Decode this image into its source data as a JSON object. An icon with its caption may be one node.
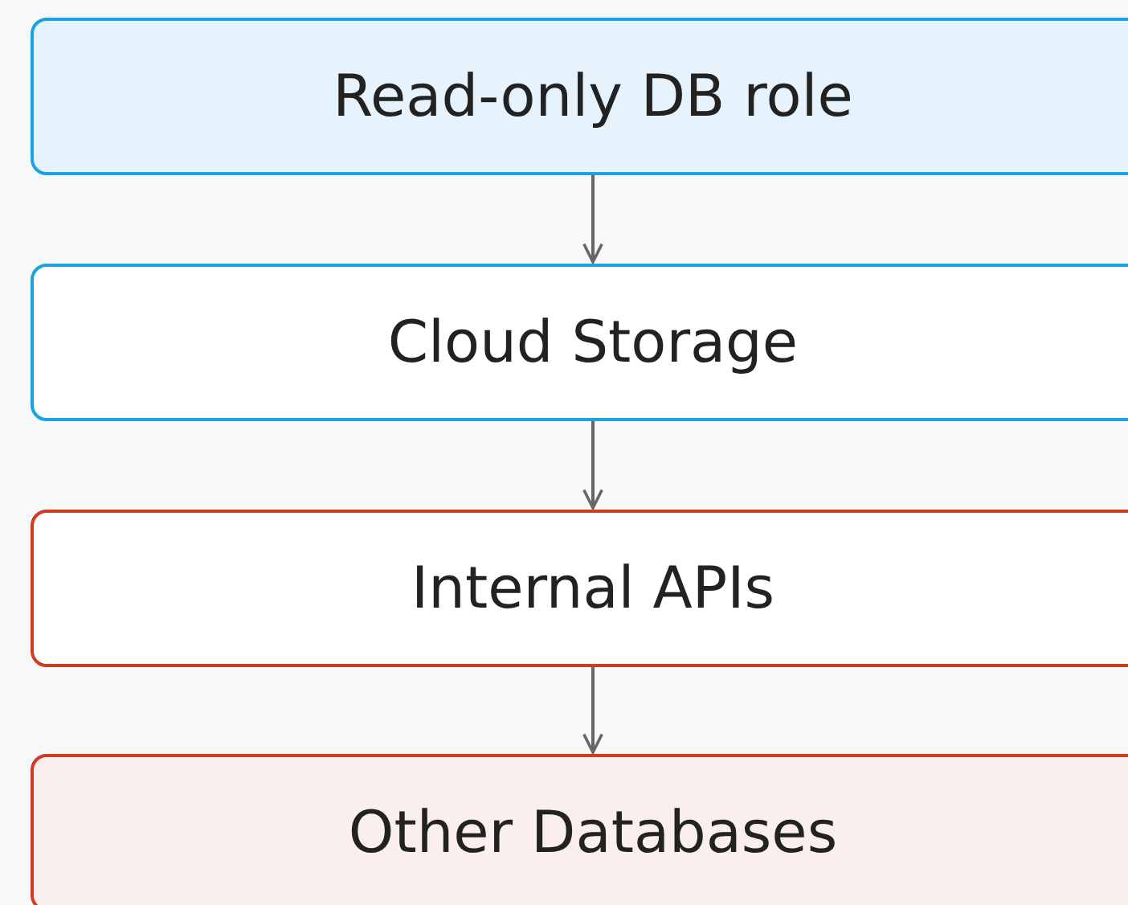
{
  "diagram": {
    "nodes": [
      {
        "text": [
          "Read-only DB role"
        ]
      },
      {
        "text": [
          "Cloud Storage"
        ]
      },
      {
        "text": [
          "Internal APIs"
        ]
      },
      {
        "text": [
          "Other Databases"
        ]
      }
    ],
    "edges": [
      {
        "from": 0,
        "to": 1,
        "arrow": "to"
      },
      {
        "from": 1,
        "to": 2,
        "arrow": "to"
      },
      {
        "from": 2,
        "to": 3,
        "arrow": "to"
      }
    ]
  }
}
